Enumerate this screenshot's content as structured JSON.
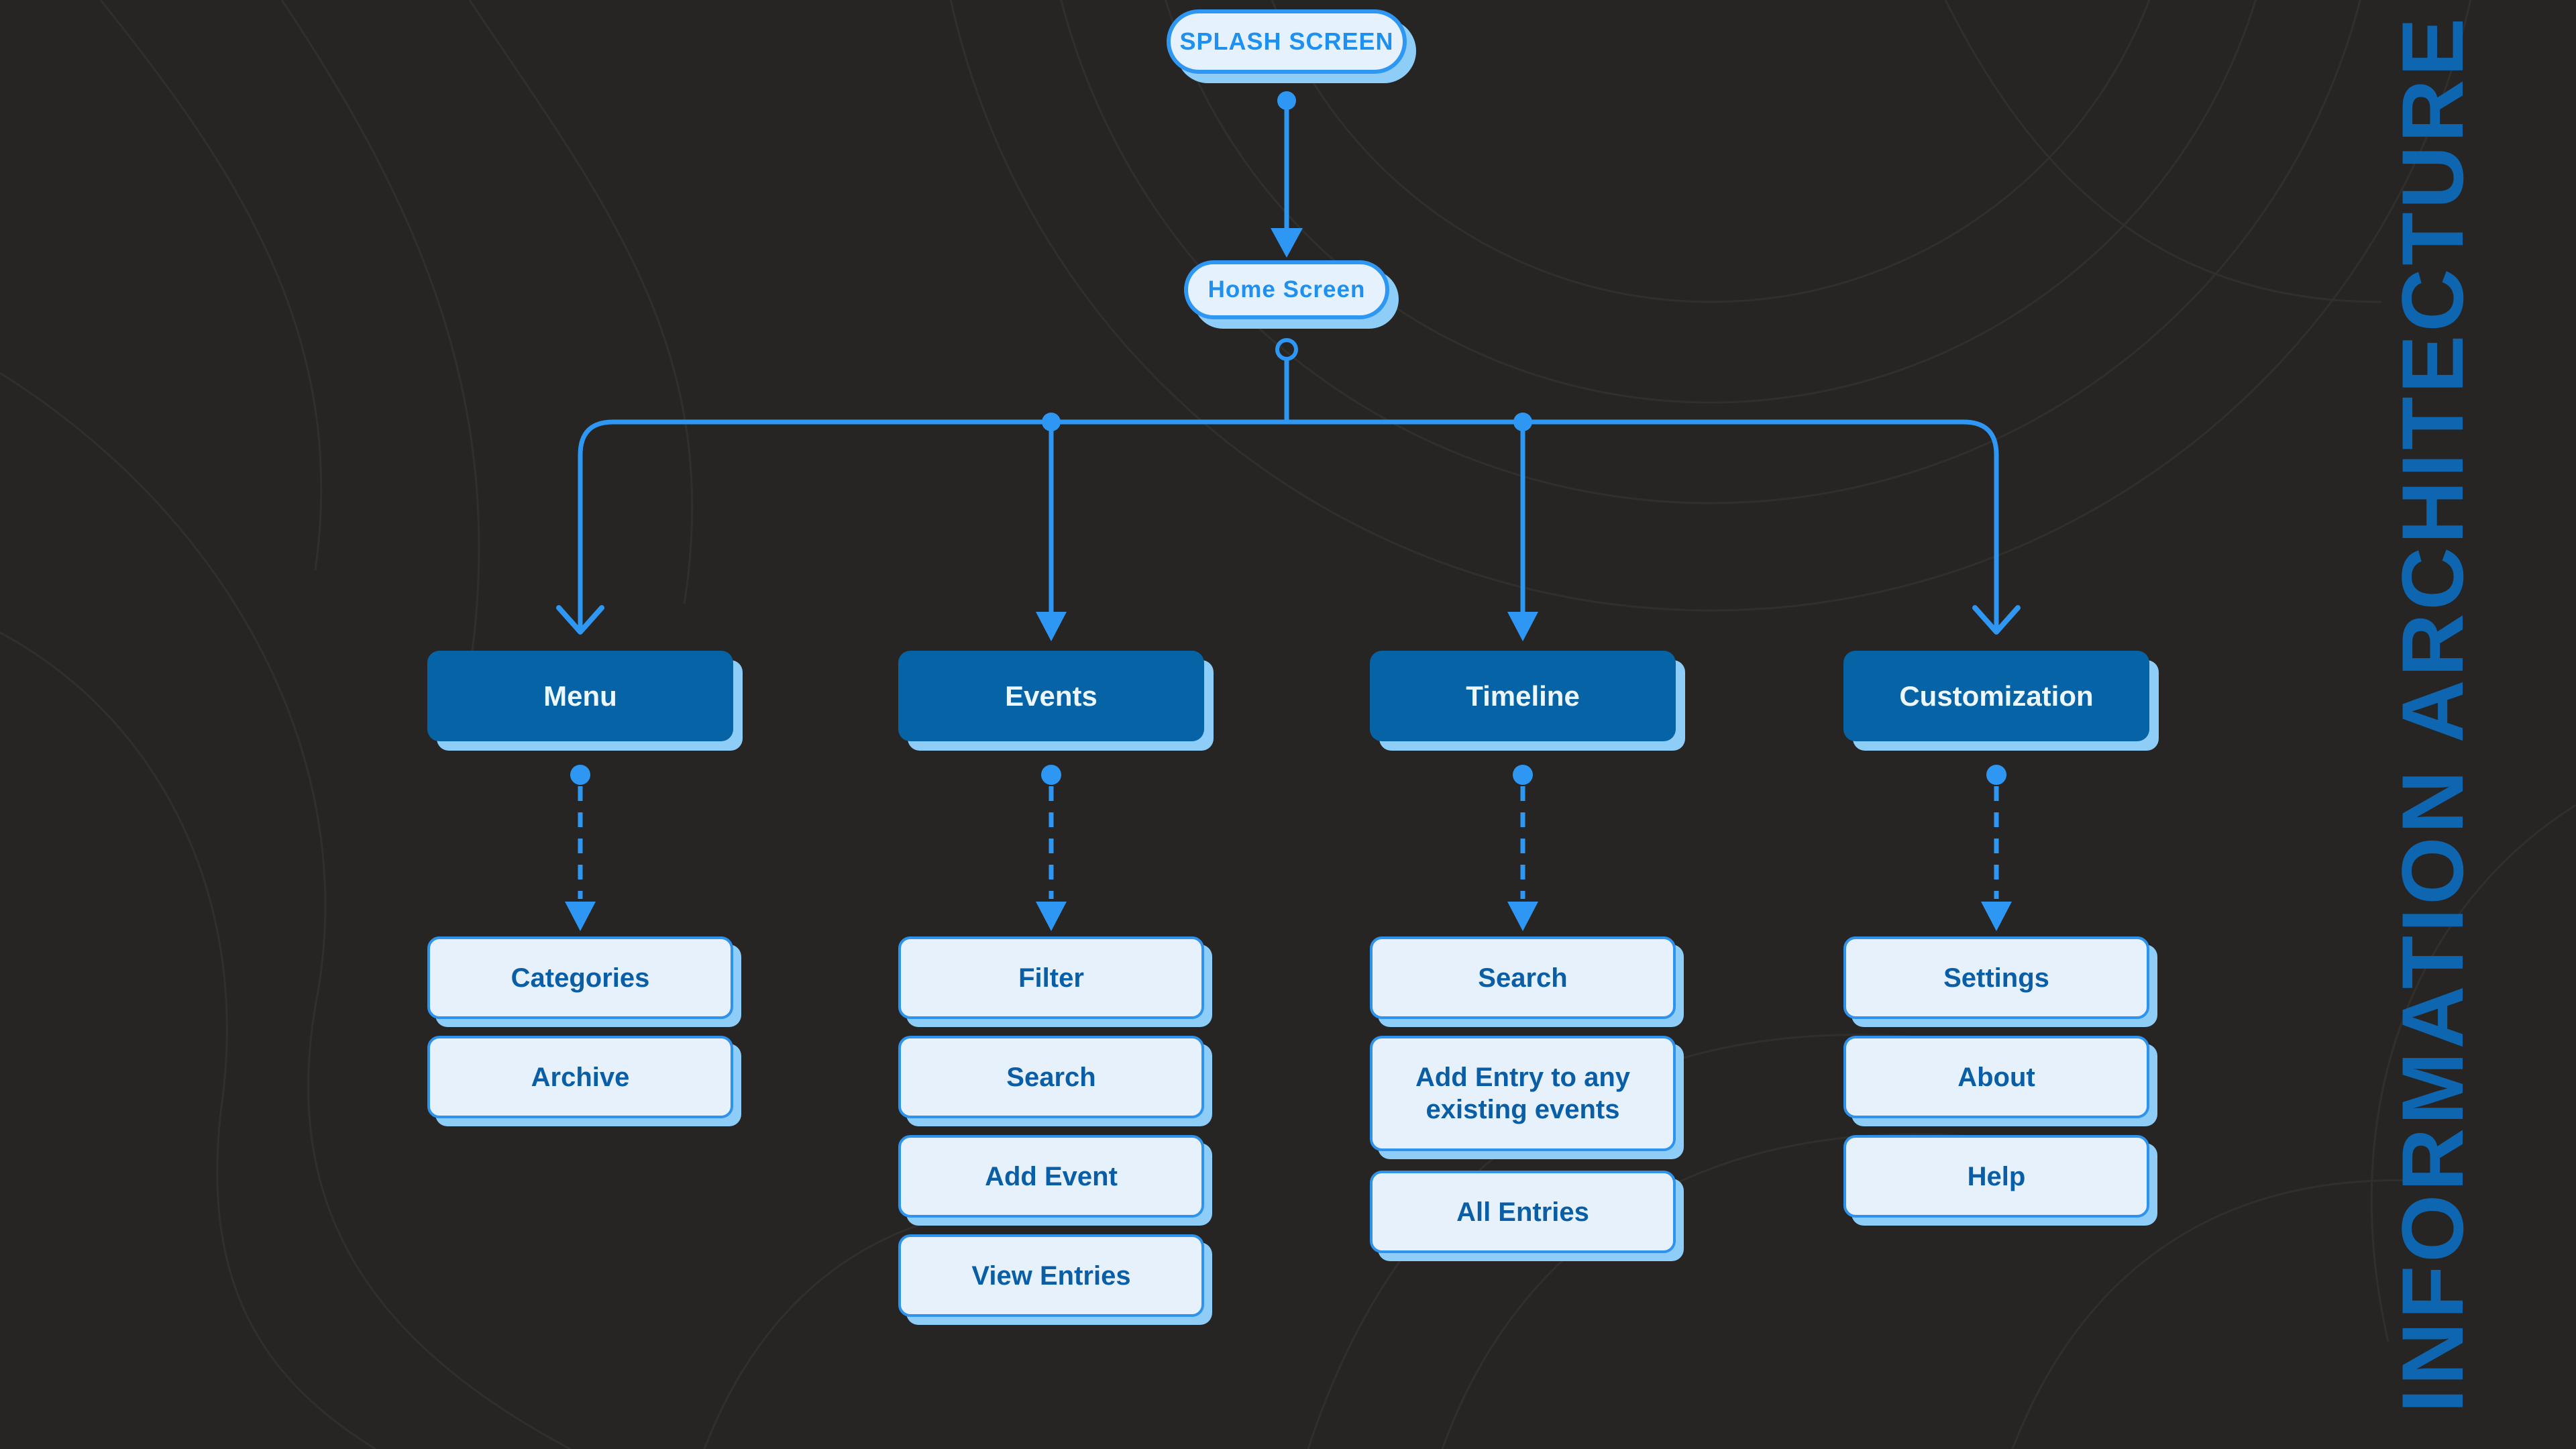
{
  "page": {
    "background_color": "#262523",
    "accent_blue": "#2e97f3",
    "main_box_blue": "#0664a6",
    "light_box_fill": "#e7f1fc",
    "shadow_blue": "#8ecdf8",
    "sub_text_blue": "#0a5ea6",
    "side_title_blue": "#0d66af"
  },
  "side_title": "INFORMATION ARCHITECTURE",
  "flow": {
    "splash": {
      "label": "SPLASH SCREEN"
    },
    "home": {
      "label": "Home Screen"
    }
  },
  "columns": [
    {
      "label": "Menu",
      "items": [
        {
          "label": "Categories"
        },
        {
          "label": "Archive"
        }
      ]
    },
    {
      "label": "Events",
      "items": [
        {
          "label": "Filter"
        },
        {
          "label": "Search"
        },
        {
          "label": "Add Event"
        },
        {
          "label": "View Entries"
        }
      ]
    },
    {
      "label": "Timeline",
      "items": [
        {
          "label": "Search"
        },
        {
          "label": "Add Entry to any existing events"
        },
        {
          "label": "All Entries"
        }
      ]
    },
    {
      "label": "Customization",
      "items": [
        {
          "label": "Settings"
        },
        {
          "label": "About"
        },
        {
          "label": "Help"
        }
      ]
    }
  ]
}
